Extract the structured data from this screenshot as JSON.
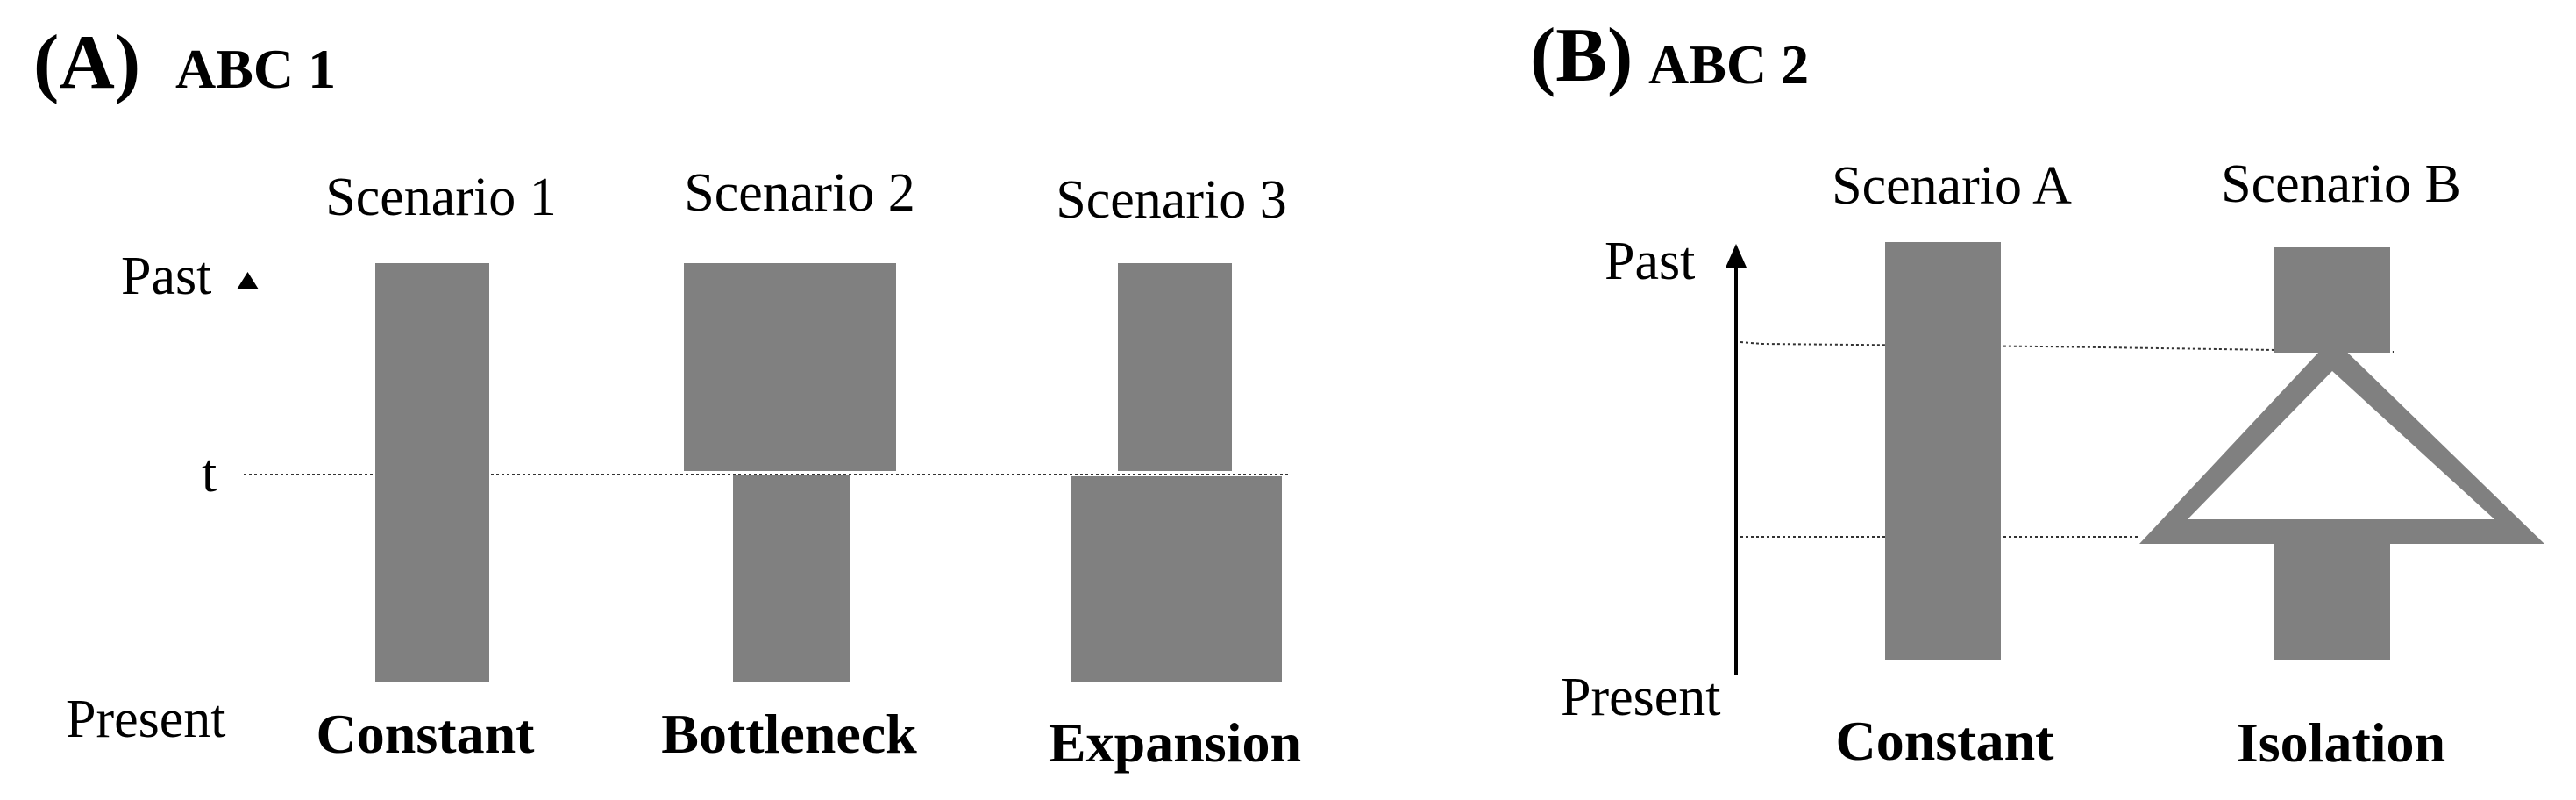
{
  "panel_a": {
    "letter": "(A)",
    "title": "ABC 1",
    "axis": {
      "top": "Past",
      "middle": "t",
      "bottom": "Present"
    },
    "scenarios": [
      {
        "label": "Scenario 1",
        "model": "Constant"
      },
      {
        "label": "Scenario 2",
        "model": "Bottleneck"
      },
      {
        "label": "Scenario 3",
        "model": "Expansion"
      }
    ]
  },
  "panel_b": {
    "letter": "(B)",
    "title": "ABC 2",
    "axis": {
      "top": "Past",
      "bottom": "Present"
    },
    "scenarios": [
      {
        "label": "Scenario A",
        "model": "Constant"
      },
      {
        "label": "Scenario B",
        "model": "Isolation"
      }
    ]
  },
  "colors": {
    "population": "#808080",
    "line": "#000000"
  }
}
